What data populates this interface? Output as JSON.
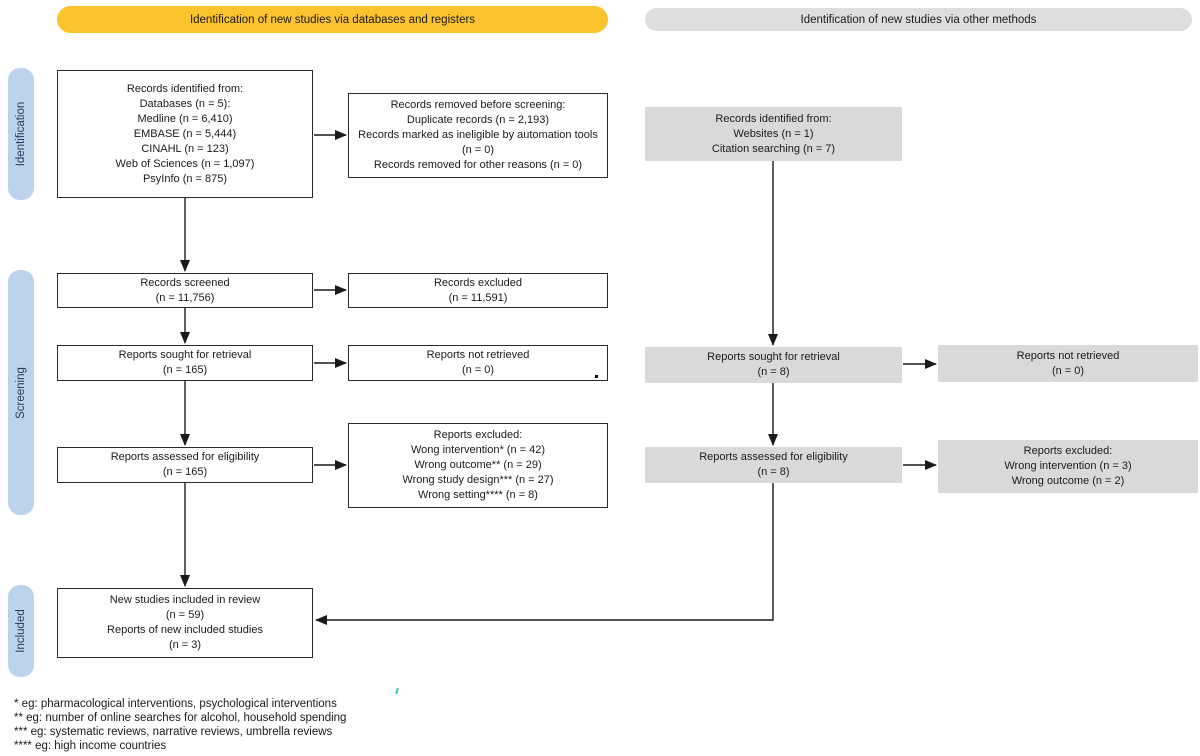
{
  "headers": {
    "left": "Identification of new studies via databases and registers",
    "right": "Identification of new studies via other methods"
  },
  "sidebar": {
    "identification": "Identification",
    "screening": "Screening",
    "included": "Included"
  },
  "left_pane": {
    "records_identified": "Records identified from:\nDatabases (n = 5):\nMedline (n = 6,410)\nEMBASE (n = 5,444)\nCINAHL (n = 123)\nWeb of Sciences (n = 1,097)\nPsyInfo (n = 875)",
    "records_removed": "Records removed before screening:\nDuplicate records (n = 2,193)\nRecords marked as ineligible by automation tools (n = 0)\nRecords removed for other reasons (n = 0)",
    "records_screened": "Records screened\n(n = 11,756)",
    "records_excluded": "Records excluded\n(n = 11,591)",
    "reports_sought": "Reports sought for retrieval\n(n = 165)",
    "reports_not_retrieved": "Reports not retrieved\n(n = 0)",
    "reports_assessed": "Reports assessed for eligibility\n(n = 165)",
    "reports_excluded": "Reports excluded:\nWong intervention* (n = 42)\nWrong outcome** (n = 29)\nWrong study design*** (n = 27)\nWrong setting**** (n = 8)",
    "included": "New studies included in review\n(n = 59)\nReports of new included studies\n(n = 3)"
  },
  "right_pane": {
    "records_identified": "Records identified from:\nWebsites (n = 1)\nCitation searching (n = 7)",
    "reports_sought": "Reports sought for retrieval\n(n = 8)",
    "reports_not_retrieved": "Reports not retrieved\n(n = 0)",
    "reports_assessed": "Reports assessed for eligibility\n(n = 8)",
    "reports_excluded": "Reports excluded:\nWrong intervention (n = 3)\nWrong outcome (n = 2)"
  },
  "footnotes": [
    "* eg: pharmacological interventions, psychological interventions",
    "** eg: number of online searches for alcohol, household spending",
    "*** eg: systematic reviews, narrative reviews, umbrella reviews",
    "**** eg: high income countries"
  ],
  "colors": {
    "header_left_bg": "#FBC32D",
    "header_right_bg": "#DEDEDE",
    "sidebar_bg": "#BDD3EC",
    "sidebar_text": "#1F3A5F",
    "gray_box_bg": "#D9D9D9",
    "box_border": "#2B2B2B",
    "text": "#1A1A1A",
    "arrow": "#1A1A1A",
    "artifact_teal": "#35C9B0"
  }
}
